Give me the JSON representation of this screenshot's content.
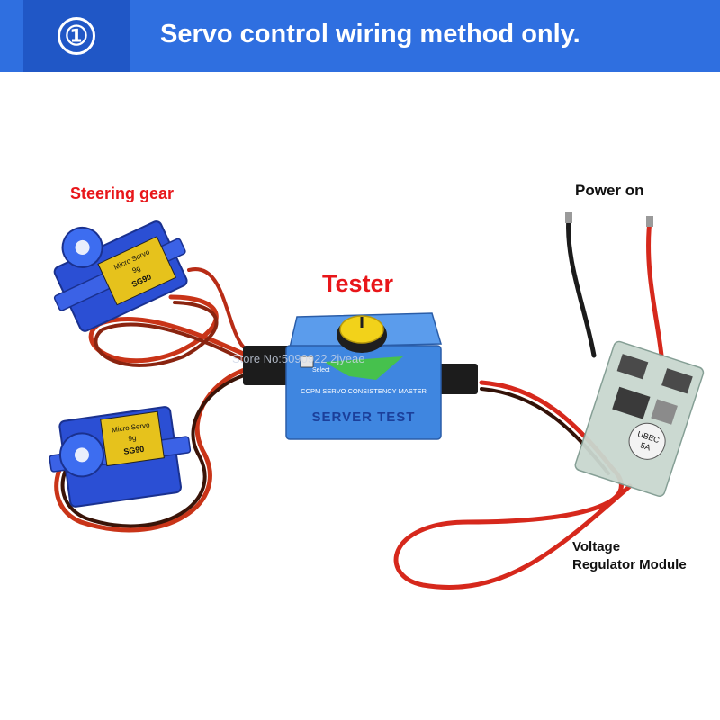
{
  "header": {
    "badge": "①",
    "title": "Servo control wiring method only."
  },
  "labels": {
    "steering_gear": "Steering gear",
    "tester": "Tester",
    "power_on": "Power on",
    "voltage_line1": "Voltage",
    "voltage_line2": "Regulator Module"
  },
  "device_text": {
    "tester_front": "SERVER TEST",
    "tester_caption": "CCPM SERVO CONSISTENCY MASTER",
    "tester_select": "Select",
    "ubec_line1": "UBEC",
    "ubec_line2": "5A",
    "servo_line1": "Micro Servo",
    "servo_line2": "9g",
    "servo_line3": "SG90",
    "watermark": "Store No:5090922 2jyeae"
  },
  "colors": {
    "banner": "#2f6fe0",
    "badge_bg": "#2057c6",
    "label_red": "#e8161a",
    "servo_blue": "#2b4fd4",
    "tester_blue": "#3f86e0",
    "knob_yellow": "#f2d21a"
  }
}
